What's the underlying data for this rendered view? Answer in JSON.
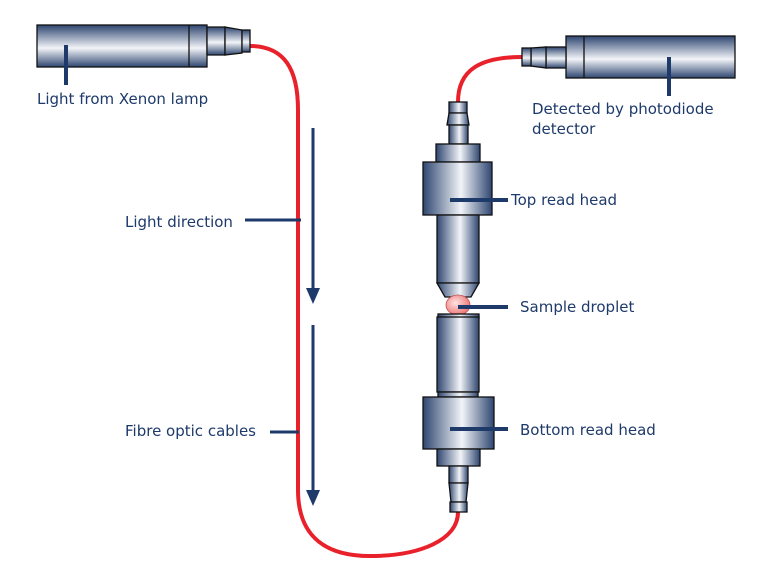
{
  "labels": {
    "lamp": "Light from Xenon lamp",
    "detector_line1": "Detected by photodiode",
    "detector_line2": "detector",
    "top_head": "Top read head",
    "droplet": "Sample droplet",
    "bottom_head": "Bottom read head",
    "light_direction": "Light direction",
    "fibre": "Fibre optic cables"
  },
  "colors": {
    "fibre": "#e8212b",
    "navy": "#1e3a6b",
    "metal_dark": "#2e4670",
    "metal_light": "#f2f4f8",
    "droplet": "#f08080"
  }
}
